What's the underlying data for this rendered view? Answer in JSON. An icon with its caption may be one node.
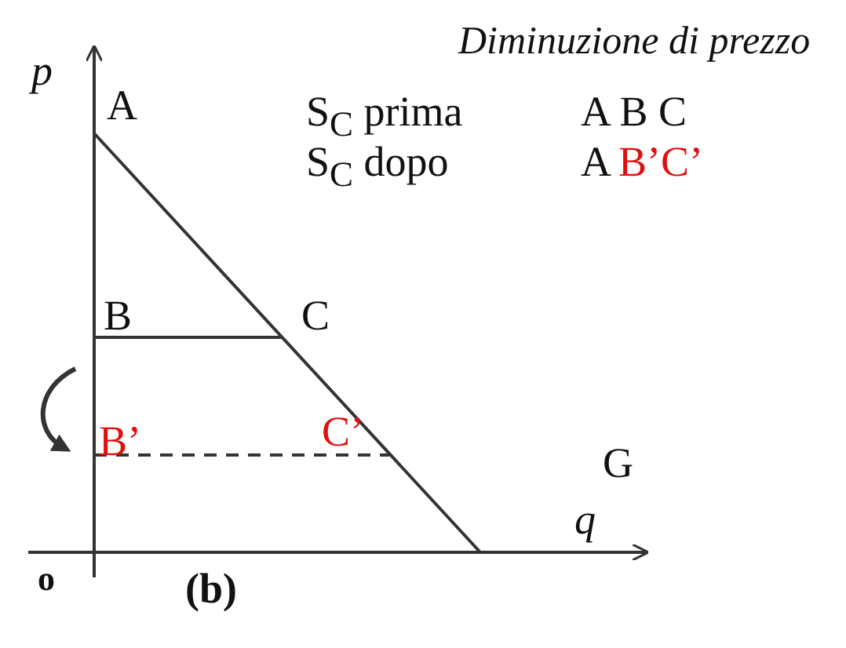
{
  "diagram": {
    "title": "Diminuzione di prezzo",
    "labels": [
      "p",
      "A",
      "S$_{C}$ prima",
      "A B C",
      "S$_{C}$ dopo",
      "A",
      "B’C’",
      "B",
      "C",
      "B’",
      "C’",
      "G",
      "o",
      "q",
      "(b)"
    ]
  }
}
